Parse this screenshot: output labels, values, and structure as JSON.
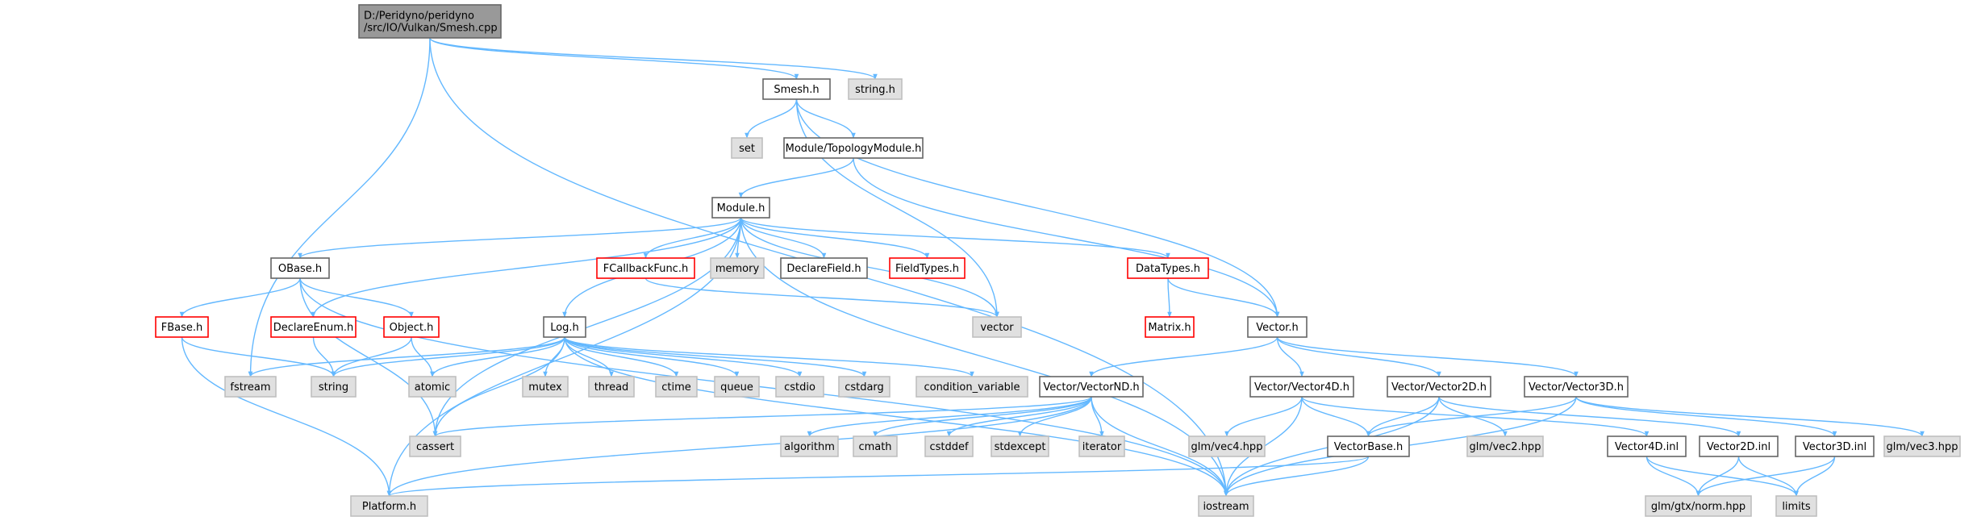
{
  "diagram": {
    "edge_color": "#63b8ff",
    "nodes": [
      {
        "id": "root",
        "style": "root",
        "lines": [
          "D:/Peridyno/peridyno",
          "/src/IO/Vulkan/Smesh.cpp"
        ]
      },
      {
        "id": "smesh",
        "style": "normal",
        "lines": [
          "Smesh.h"
        ]
      },
      {
        "id": "stringh",
        "style": "ext",
        "lines": [
          "string.h"
        ]
      },
      {
        "id": "set",
        "style": "ext",
        "lines": [
          "set"
        ]
      },
      {
        "id": "topomod",
        "style": "normal",
        "lines": [
          "Module/TopologyModule.h"
        ]
      },
      {
        "id": "module",
        "style": "normal",
        "lines": [
          "Module.h"
        ]
      },
      {
        "id": "obase",
        "style": "normal",
        "lines": [
          "OBase.h"
        ]
      },
      {
        "id": "fcallback",
        "style": "red",
        "lines": [
          "FCallbackFunc.h"
        ]
      },
      {
        "id": "memory",
        "style": "ext",
        "lines": [
          "memory"
        ]
      },
      {
        "id": "declarefield",
        "style": "normal",
        "lines": [
          "DeclareField.h"
        ]
      },
      {
        "id": "fieldtypes",
        "style": "red",
        "lines": [
          "FieldTypes.h"
        ]
      },
      {
        "id": "datatypes",
        "style": "red",
        "lines": [
          "DataTypes.h"
        ]
      },
      {
        "id": "vector",
        "style": "ext",
        "lines": [
          "vector"
        ]
      },
      {
        "id": "fbase",
        "style": "red",
        "lines": [
          "FBase.h"
        ]
      },
      {
        "id": "declareenum",
        "style": "red",
        "lines": [
          "DeclareEnum.h"
        ]
      },
      {
        "id": "object",
        "style": "red",
        "lines": [
          "Object.h"
        ]
      },
      {
        "id": "log",
        "style": "normal",
        "lines": [
          "Log.h"
        ]
      },
      {
        "id": "matrix",
        "style": "red",
        "lines": [
          "Matrix.h"
        ]
      },
      {
        "id": "vectorh",
        "style": "normal",
        "lines": [
          "Vector.h"
        ]
      },
      {
        "id": "fstream",
        "style": "ext",
        "lines": [
          "fstream"
        ]
      },
      {
        "id": "string",
        "style": "ext",
        "lines": [
          "string"
        ]
      },
      {
        "id": "atomic",
        "style": "ext",
        "lines": [
          "atomic"
        ]
      },
      {
        "id": "mutex",
        "style": "ext",
        "lines": [
          "mutex"
        ]
      },
      {
        "id": "thread",
        "style": "ext",
        "lines": [
          "thread"
        ]
      },
      {
        "id": "ctime",
        "style": "ext",
        "lines": [
          "ctime"
        ]
      },
      {
        "id": "queue",
        "style": "ext",
        "lines": [
          "queue"
        ]
      },
      {
        "id": "cstdio",
        "style": "ext",
        "lines": [
          "cstdio"
        ]
      },
      {
        "id": "cstdarg",
        "style": "ext",
        "lines": [
          "cstdarg"
        ]
      },
      {
        "id": "condvar",
        "style": "ext",
        "lines": [
          "condition_variable"
        ]
      },
      {
        "id": "vecnd",
        "style": "normal",
        "lines": [
          "Vector/VectorND.h"
        ]
      },
      {
        "id": "vec4d",
        "style": "normal",
        "lines": [
          "Vector/Vector4D.h"
        ]
      },
      {
        "id": "vec2d",
        "style": "normal",
        "lines": [
          "Vector/Vector2D.h"
        ]
      },
      {
        "id": "vec3d",
        "style": "normal",
        "lines": [
          "Vector/Vector3D.h"
        ]
      },
      {
        "id": "cassert",
        "style": "ext",
        "lines": [
          "cassert"
        ]
      },
      {
        "id": "algorithm",
        "style": "ext",
        "lines": [
          "algorithm"
        ]
      },
      {
        "id": "cmath",
        "style": "ext",
        "lines": [
          "cmath"
        ]
      },
      {
        "id": "cstddef",
        "style": "ext",
        "lines": [
          "cstddef"
        ]
      },
      {
        "id": "stdexcept",
        "style": "ext",
        "lines": [
          "stdexcept"
        ]
      },
      {
        "id": "iterator",
        "style": "ext",
        "lines": [
          "iterator"
        ]
      },
      {
        "id": "glmvec4",
        "style": "ext",
        "lines": [
          "glm/vec4.hpp"
        ]
      },
      {
        "id": "vecbase",
        "style": "normal",
        "lines": [
          "VectorBase.h"
        ]
      },
      {
        "id": "glmvec2",
        "style": "ext",
        "lines": [
          "glm/vec2.hpp"
        ]
      },
      {
        "id": "vec4inl",
        "style": "normal",
        "lines": [
          "Vector4D.inl"
        ]
      },
      {
        "id": "vec2inl",
        "style": "normal",
        "lines": [
          "Vector2D.inl"
        ]
      },
      {
        "id": "vec3inl",
        "style": "normal",
        "lines": [
          "Vector3D.inl"
        ]
      },
      {
        "id": "glmvec3",
        "style": "ext",
        "lines": [
          "glm/vec3.hpp"
        ]
      },
      {
        "id": "platform",
        "style": "ext",
        "lines": [
          "Platform.h"
        ]
      },
      {
        "id": "iostream",
        "style": "ext",
        "lines": [
          "iostream"
        ]
      },
      {
        "id": "glmnorm",
        "style": "ext",
        "lines": [
          "glm/gtx/norm.hpp"
        ]
      },
      {
        "id": "limits",
        "style": "ext",
        "lines": [
          "limits"
        ]
      }
    ],
    "edges": [
      [
        "root",
        "smesh"
      ],
      [
        "root",
        "stringh"
      ],
      [
        "root",
        "fstream"
      ],
      [
        "root",
        "iostream"
      ],
      [
        "smesh",
        "set"
      ],
      [
        "smesh",
        "topomod"
      ],
      [
        "smesh",
        "vector"
      ],
      [
        "smesh",
        "vectorh"
      ],
      [
        "topomod",
        "module"
      ],
      [
        "topomod",
        "vectorh"
      ],
      [
        "module",
        "obase"
      ],
      [
        "module",
        "fcallback"
      ],
      [
        "module",
        "memory"
      ],
      [
        "module",
        "declarefield"
      ],
      [
        "module",
        "fieldtypes"
      ],
      [
        "module",
        "datatypes"
      ],
      [
        "module",
        "vector"
      ],
      [
        "module",
        "declareenum"
      ],
      [
        "module",
        "log"
      ],
      [
        "module",
        "cassert"
      ],
      [
        "module",
        "platform"
      ],
      [
        "module",
        "iostream"
      ],
      [
        "obase",
        "fbase"
      ],
      [
        "obase",
        "object"
      ],
      [
        "obase",
        "cassert"
      ],
      [
        "obase",
        "iostream"
      ],
      [
        "fbase",
        "string"
      ],
      [
        "fbase",
        "platform"
      ],
      [
        "declareenum",
        "string"
      ],
      [
        "object",
        "string"
      ],
      [
        "object",
        "atomic"
      ],
      [
        "fcallback",
        "vector"
      ],
      [
        "datatypes",
        "matrix"
      ],
      [
        "datatypes",
        "vectorh"
      ],
      [
        "log",
        "fstream"
      ],
      [
        "log",
        "string"
      ],
      [
        "log",
        "atomic"
      ],
      [
        "log",
        "mutex"
      ],
      [
        "log",
        "thread"
      ],
      [
        "log",
        "ctime"
      ],
      [
        "log",
        "queue"
      ],
      [
        "log",
        "cstdio"
      ],
      [
        "log",
        "cstdarg"
      ],
      [
        "log",
        "condvar"
      ],
      [
        "log",
        "cassert"
      ],
      [
        "log",
        "iostream"
      ],
      [
        "vectorh",
        "vecnd"
      ],
      [
        "vectorh",
        "vec4d"
      ],
      [
        "vectorh",
        "vec2d"
      ],
      [
        "vectorh",
        "vec3d"
      ],
      [
        "vecnd",
        "cassert"
      ],
      [
        "vecnd",
        "algorithm"
      ],
      [
        "vecnd",
        "cmath"
      ],
      [
        "vecnd",
        "cstddef"
      ],
      [
        "vecnd",
        "stdexcept"
      ],
      [
        "vecnd",
        "iterator"
      ],
      [
        "vecnd",
        "iostream"
      ],
      [
        "vecnd",
        "platform"
      ],
      [
        "vec4d",
        "glmvec4"
      ],
      [
        "vec4d",
        "vecbase"
      ],
      [
        "vec4d",
        "iostream"
      ],
      [
        "vec4d",
        "vec4inl"
      ],
      [
        "vec2d",
        "vecbase"
      ],
      [
        "vec2d",
        "glmvec2"
      ],
      [
        "vec2d",
        "iostream"
      ],
      [
        "vec2d",
        "vec2inl"
      ],
      [
        "vec3d",
        "vecbase"
      ],
      [
        "vec3d",
        "iostream"
      ],
      [
        "vec3d",
        "vec3inl"
      ],
      [
        "vec3d",
        "glmvec3"
      ],
      [
        "vecbase",
        "platform"
      ],
      [
        "vecbase",
        "iostream"
      ],
      [
        "vec4inl",
        "glmnorm"
      ],
      [
        "vec4inl",
        "limits"
      ],
      [
        "vec2inl",
        "glmnorm"
      ],
      [
        "vec2inl",
        "limits"
      ],
      [
        "vec3inl",
        "glmnorm"
      ],
      [
        "vec3inl",
        "limits"
      ]
    ]
  }
}
